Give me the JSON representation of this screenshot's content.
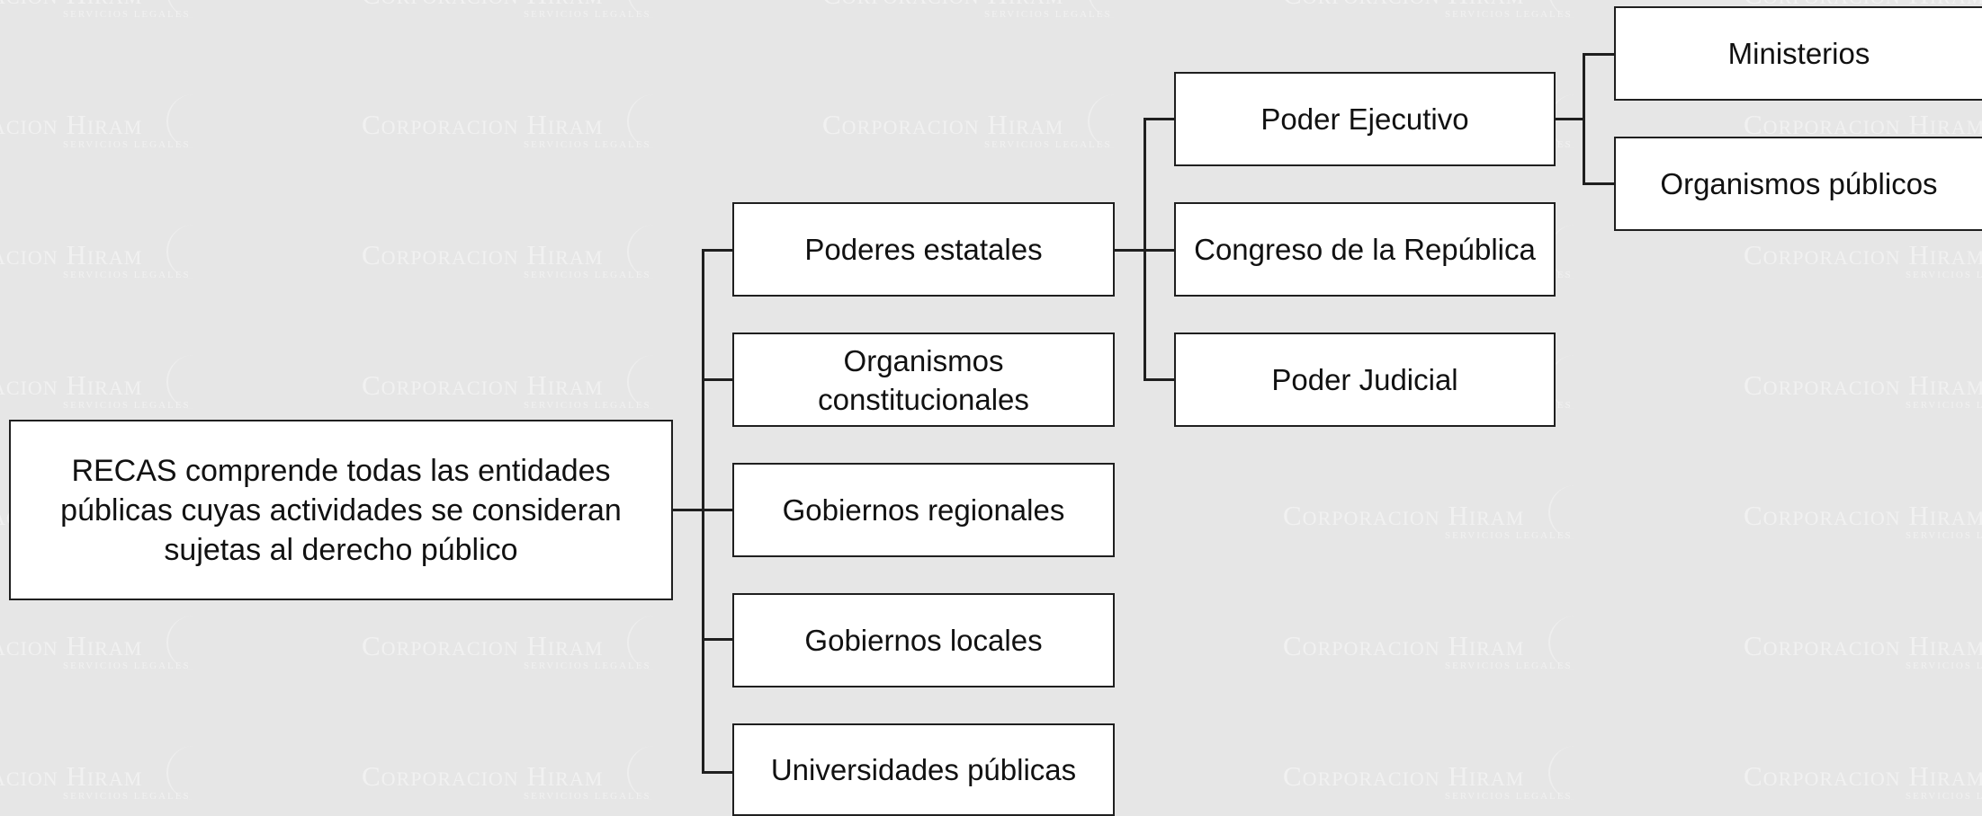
{
  "watermark": {
    "main": "Corporacion Hiram",
    "sub": "SERVICIOS LEGALES"
  },
  "root": {
    "label": "RECAS comprende todas las entidades públicas cuyas actividades se consideran sujetas al derecho público"
  },
  "level1": [
    "Poderes estatales",
    "Organismos constitucionales",
    "Gobiernos regionales",
    "Gobiernos locales",
    "Universidades públicas"
  ],
  "poderes": [
    "Poder Ejecutivo",
    "Congreso de la República",
    "Poder Judicial"
  ],
  "ejecutivo": [
    "Ministerios",
    "Organismos públicos"
  ],
  "colors": {
    "background": "#e6e6e6",
    "box_fill": "#ffffff",
    "box_border": "#1f1f1f",
    "text": "#111111",
    "watermark": "#f4f4f4"
  }
}
